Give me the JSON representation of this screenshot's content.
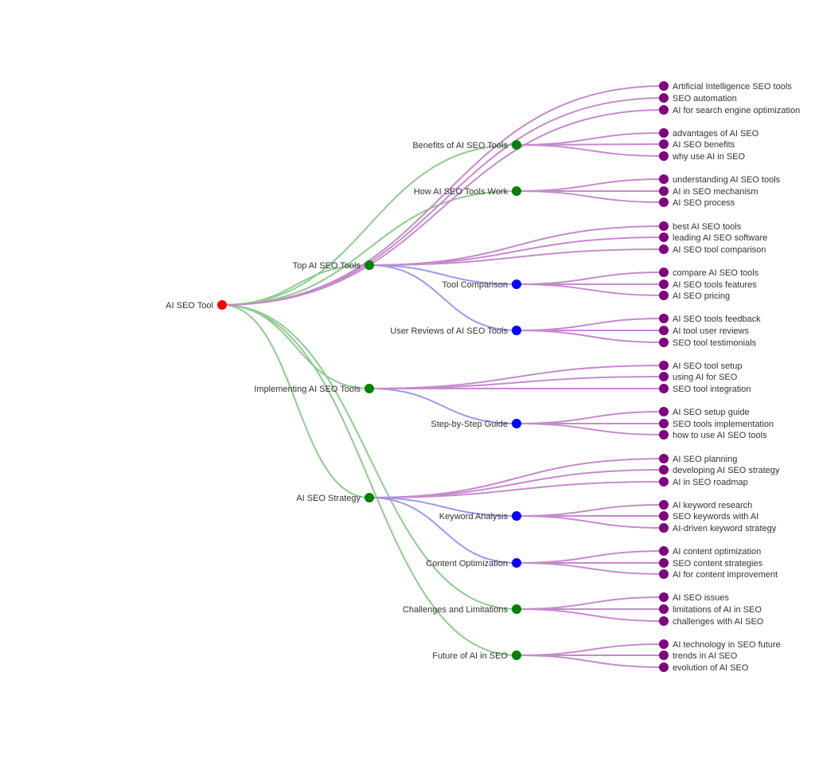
{
  "colors": {
    "root": "#ff0000",
    "level1": "#008000",
    "level2": "#0000ff",
    "leaf": "#800080",
    "edge_root": "#8fcb8f",
    "edge_level1": "#9b9bf0",
    "edge_leaf": "#c48bcb"
  },
  "nodes": [
    {
      "id": "root",
      "label": "AI SEO Tool",
      "level": "root",
      "parent": null
    },
    {
      "id": "n1",
      "label": "Top AI SEO Tools",
      "level": "level1",
      "parent": "root"
    },
    {
      "id": "n2",
      "label": "Implementing AI SEO Tools",
      "level": "level1",
      "parent": "root"
    },
    {
      "id": "n3",
      "label": "AI SEO Strategy",
      "level": "level1",
      "parent": "root"
    },
    {
      "id": "n4",
      "label": "Benefits of AI SEO Tools",
      "level": "level1",
      "parent": "root"
    },
    {
      "id": "n5",
      "label": "How AI SEO Tools Work",
      "level": "level1",
      "parent": "root"
    },
    {
      "id": "n6",
      "label": "Challenges and Limitations",
      "level": "level1",
      "parent": "root"
    },
    {
      "id": "n7",
      "label": "Future of AI in SEO",
      "level": "level1",
      "parent": "root"
    },
    {
      "id": "n8",
      "label": "Tool Comparison",
      "level": "level2",
      "parent": "n1"
    },
    {
      "id": "n9",
      "label": "User Reviews of AI SEO Tools",
      "level": "level2",
      "parent": "n1"
    },
    {
      "id": "n10",
      "label": "Step-by-Step Guide",
      "level": "level2",
      "parent": "n2"
    },
    {
      "id": "n11",
      "label": "Keyword Analysis",
      "level": "level2",
      "parent": "n3"
    },
    {
      "id": "n12",
      "label": "Content Optimization",
      "level": "level2",
      "parent": "n3"
    },
    {
      "id": "l1",
      "label": "Artificial Intelligence SEO tools",
      "level": "leaf",
      "parent": "root"
    },
    {
      "id": "l2",
      "label": "SEO automation",
      "level": "leaf",
      "parent": "root"
    },
    {
      "id": "l3",
      "label": "AI for search engine optimization",
      "level": "leaf",
      "parent": "root"
    },
    {
      "id": "l4",
      "label": "advantages of AI SEO",
      "level": "leaf",
      "parent": "n4"
    },
    {
      "id": "l5",
      "label": "AI SEO benefits",
      "level": "leaf",
      "parent": "n4"
    },
    {
      "id": "l6",
      "label": "why use AI in SEO",
      "level": "leaf",
      "parent": "n4"
    },
    {
      "id": "l7",
      "label": "understanding AI SEO tools",
      "level": "leaf",
      "parent": "n5"
    },
    {
      "id": "l8",
      "label": "AI in SEO mechanism",
      "level": "leaf",
      "parent": "n5"
    },
    {
      "id": "l9",
      "label": "AI SEO process",
      "level": "leaf",
      "parent": "n5"
    },
    {
      "id": "l10",
      "label": "best AI SEO tools",
      "level": "leaf",
      "parent": "n1"
    },
    {
      "id": "l11",
      "label": "leading AI SEO software",
      "level": "leaf",
      "parent": "n1"
    },
    {
      "id": "l12",
      "label": "AI SEO tool comparison",
      "level": "leaf",
      "parent": "n1"
    },
    {
      "id": "l13",
      "label": "compare AI SEO tools",
      "level": "leaf",
      "parent": "n8"
    },
    {
      "id": "l14",
      "label": "AI SEO tools features",
      "level": "leaf",
      "parent": "n8"
    },
    {
      "id": "l15",
      "label": "AI SEO pricing",
      "level": "leaf",
      "parent": "n8"
    },
    {
      "id": "l16",
      "label": "AI SEO tools feedback",
      "level": "leaf",
      "parent": "n9"
    },
    {
      "id": "l17",
      "label": "AI tool user reviews",
      "level": "leaf",
      "parent": "n9"
    },
    {
      "id": "l18",
      "label": "SEO tool testimonials",
      "level": "leaf",
      "parent": "n9"
    },
    {
      "id": "l19",
      "label": "AI SEO tool setup",
      "level": "leaf",
      "parent": "n2"
    },
    {
      "id": "l20",
      "label": "using AI for SEO",
      "level": "leaf",
      "parent": "n2"
    },
    {
      "id": "l21",
      "label": "SEO tool integration",
      "level": "leaf",
      "parent": "n2"
    },
    {
      "id": "l22",
      "label": "AI SEO setup guide",
      "level": "leaf",
      "parent": "n10"
    },
    {
      "id": "l23",
      "label": "SEO tools implementation",
      "level": "leaf",
      "parent": "n10"
    },
    {
      "id": "l24",
      "label": "how to use AI SEO tools",
      "level": "leaf",
      "parent": "n10"
    },
    {
      "id": "l25",
      "label": "AI SEO planning",
      "level": "leaf",
      "parent": "n3"
    },
    {
      "id": "l26",
      "label": "developing AI SEO strategy",
      "level": "leaf",
      "parent": "n3"
    },
    {
      "id": "l27",
      "label": "AI in SEO roadmap",
      "level": "leaf",
      "parent": "n3"
    },
    {
      "id": "l28",
      "label": "AI keyword research",
      "level": "leaf",
      "parent": "n11"
    },
    {
      "id": "l29",
      "label": "SEO keywords with AI",
      "level": "leaf",
      "parent": "n11"
    },
    {
      "id": "l30",
      "label": "AI-driven keyword strategy",
      "level": "leaf",
      "parent": "n11"
    },
    {
      "id": "l31",
      "label": "AI content optimization",
      "level": "leaf",
      "parent": "n12"
    },
    {
      "id": "l32",
      "label": "SEO content strategies",
      "level": "leaf",
      "parent": "n12"
    },
    {
      "id": "l33",
      "label": "AI for content improvement",
      "level": "leaf",
      "parent": "n12"
    },
    {
      "id": "l34",
      "label": "AI SEO issues",
      "level": "leaf",
      "parent": "n6"
    },
    {
      "id": "l35",
      "label": "limitations of AI in SEO",
      "level": "leaf",
      "parent": "n6"
    },
    {
      "id": "l36",
      "label": "challenges with AI SEO",
      "level": "leaf",
      "parent": "n6"
    },
    {
      "id": "l37",
      "label": "AI technology in SEO future",
      "level": "leaf",
      "parent": "n7"
    },
    {
      "id": "l38",
      "label": "trends in AI SEO",
      "level": "leaf",
      "parent": "n7"
    },
    {
      "id": "l39",
      "label": "evolution of AI SEO",
      "level": "leaf",
      "parent": "n7"
    }
  ]
}
